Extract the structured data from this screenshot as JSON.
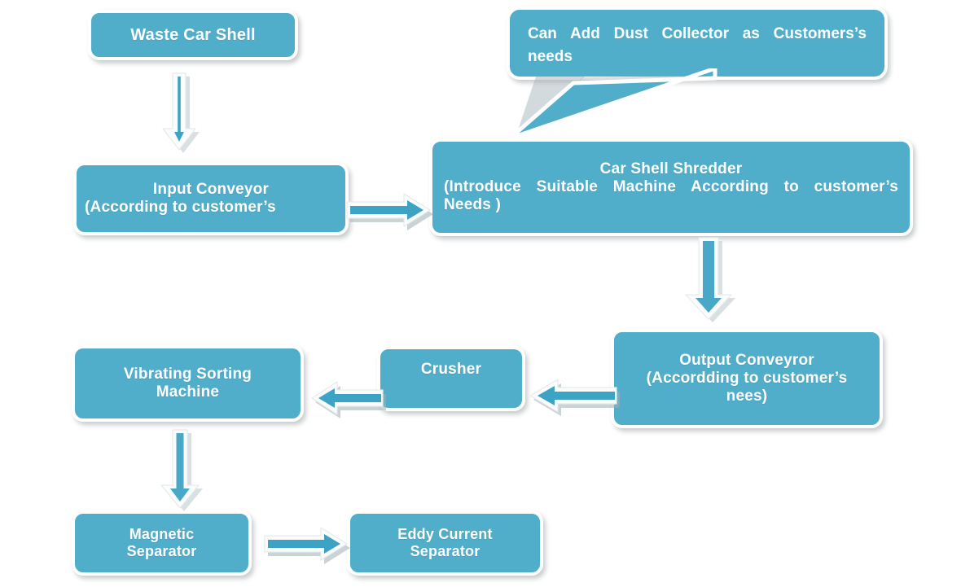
{
  "diagram": {
    "title": "Waste Car Shell Recycling Line Flow Chart",
    "background_color": "#ffffff",
    "accent_color": "#51aecb",
    "outline_color": "#ffffff",
    "shadow_color": "#9fb0b6",
    "arrow_core_color": "#3ca3c4"
  },
  "nodes": {
    "waste_car_shell": {
      "label": "Waste Car Shell"
    },
    "input_conveyor": {
      "line1": "Input Conveyor",
      "line2": "(According to customer’s"
    },
    "car_shell_shredder": {
      "line1": "Car Shell Shredder",
      "line2": "(Introduce Suitable Machine According to customer’s",
      "line3": "Needs )"
    },
    "output_conveyor": {
      "line1": "Output Conveyror",
      "line2": "(Accordding to customer’s",
      "line3": "nees)"
    },
    "crusher": {
      "label": "Crusher"
    },
    "vibrating_sorting_machine": {
      "line1": "Vibrating Sorting",
      "line2": "Machine"
    },
    "magnetic_separator": {
      "line1": "Magnetic",
      "line2": "Separator"
    },
    "eddy_current_separator": {
      "line1": "Eddy Current",
      "line2": "Separator"
    }
  },
  "callout": {
    "line1": "Can Add Dust Collector as Customers’s",
    "line2": "needs"
  },
  "arrows": {
    "shell_to_input": {
      "name": "arrow-waste-shell-to-input-conveyor",
      "direction": "down"
    },
    "input_to_shredder": {
      "name": "arrow-input-conveyor-to-shredder",
      "direction": "right"
    },
    "shredder_to_output": {
      "name": "arrow-shredder-to-output-conveyor",
      "direction": "down"
    },
    "output_to_crusher": {
      "name": "arrow-output-conveyor-to-crusher",
      "direction": "left"
    },
    "crusher_to_vibrating": {
      "name": "arrow-crusher-to-vibrating-sorting",
      "direction": "left"
    },
    "vibrating_to_magnetic": {
      "name": "arrow-vibrating-sorting-to-magnetic-separator",
      "direction": "down"
    },
    "magnetic_to_eddy": {
      "name": "arrow-magnetic-to-eddy-current-separator",
      "direction": "right"
    }
  }
}
